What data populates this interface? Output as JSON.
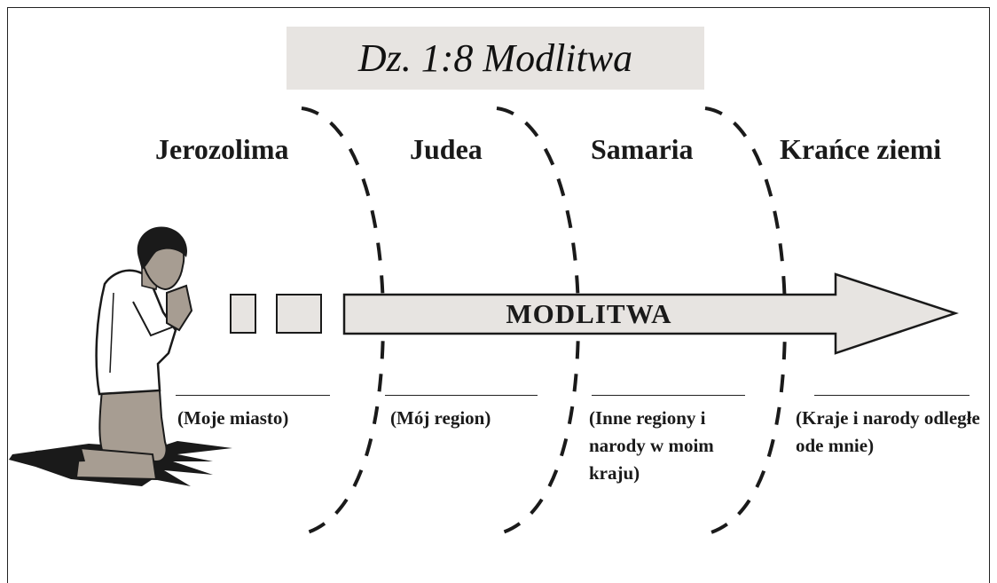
{
  "title": "Dz. 1:8 Modlitwa",
  "zones": [
    {
      "name": "Jerozolima",
      "description": "(Moje miasto)"
    },
    {
      "name": "Judea",
      "description": "(Mój region)"
    },
    {
      "name": "Samaria",
      "description": "(Inne regiony i narody w moim kraju)"
    },
    {
      "name": "Krańce ziemi",
      "description": "(Kraje i narody odległe ode mnie)"
    }
  ],
  "arrow_label": "MODLITWA",
  "colors": {
    "title_bg": "#e7e4e1",
    "arrow_fill": "#e7e4e1",
    "ink": "#1a1a1a"
  },
  "icons": {
    "figure": "kneeling-praying-person-icon"
  }
}
